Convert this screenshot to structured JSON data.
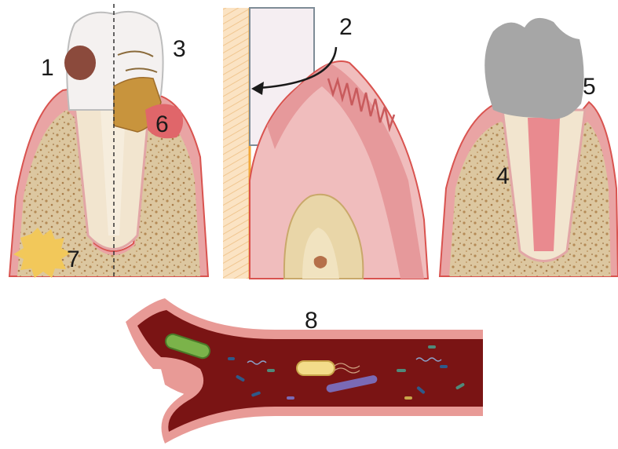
{
  "labels": {
    "l1": "1",
    "l2": "2",
    "l3": "3",
    "l4": "4",
    "l5": "5",
    "l6": "6",
    "l7": "7",
    "l8": "8"
  },
  "colors": {
    "gum": "#e9a4a4",
    "gum_dark": "#d9534f",
    "bone": "#d9c39a",
    "enamel": "#f4f1f0",
    "dentin": "#efe3cf",
    "caries": "#8b4a3c",
    "calculus": "#c8943d",
    "crown": "#a6a6a6",
    "vessel": "#7a1414",
    "vessel_wall": "#c93a3a",
    "abscess": "#f2c85a"
  }
}
